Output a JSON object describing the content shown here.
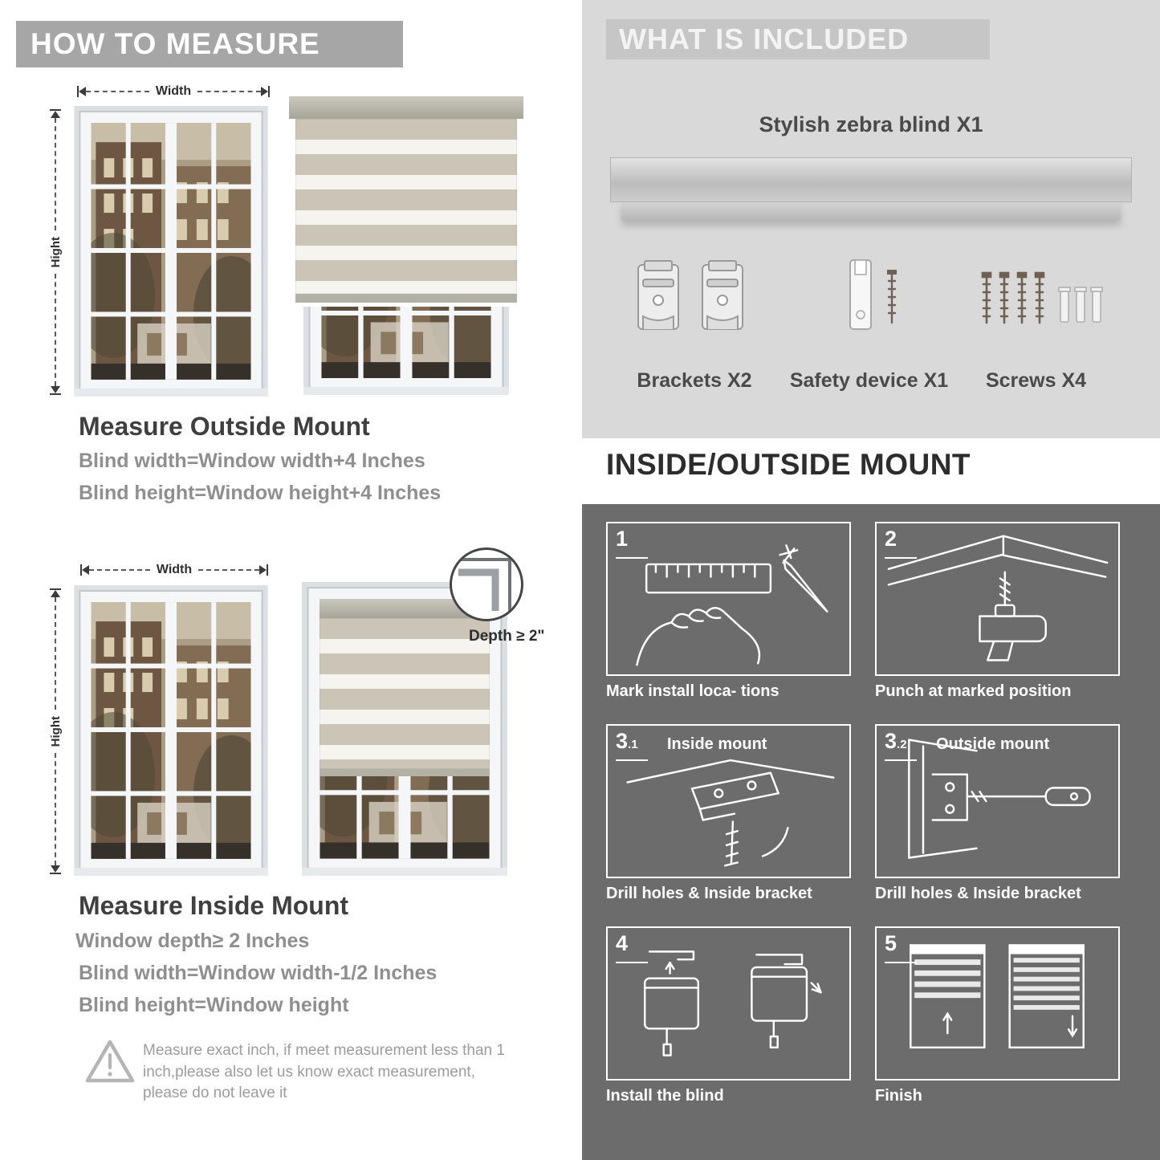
{
  "left": {
    "header": "HOW TO MEASURE",
    "outside": {
      "width_label": "Width",
      "height_label": "Hight",
      "title": "Measure Outside Mount",
      "line1": "Blind width=Window width+4 Inches",
      "line2": "Blind height=Window height+4 Inches"
    },
    "inside": {
      "width_label": "Width",
      "height_label": "Hight",
      "depth_label": "Depth ≥ 2\"",
      "title": "Measure Inside Mount",
      "line1": "Window depth≥ 2 Inches",
      "line2": "Blind width=Window width-1/2 Inches",
      "line3": "Blind height=Window height"
    },
    "warning_text": "Measure exact inch, if meet measurement less than 1 inch,please also let us know exact measurement, please do not leave it"
  },
  "included": {
    "header": "WHAT IS INCLUDED",
    "blind_label": "Stylish zebra blind X1",
    "items": [
      {
        "label": "Brackets X2"
      },
      {
        "label": "Safety device X1"
      },
      {
        "label": "Screws X4"
      }
    ]
  },
  "mount": {
    "header": "INSIDE/OUTSIDE MOUNT",
    "steps": [
      {
        "num": "1",
        "sub": "",
        "title": "",
        "caption": "Mark install loca- tions"
      },
      {
        "num": "2",
        "sub": "",
        "title": "",
        "caption": "Punch at  marked position"
      },
      {
        "num": "3",
        "sub": ".1",
        "title": "Inside mount",
        "caption": "Drill holes &  Inside bracket"
      },
      {
        "num": "3",
        "sub": ".2",
        "title": "Outside mount",
        "caption": "Drill holes &  Inside bracket"
      },
      {
        "num": "4",
        "sub": "",
        "title": "",
        "caption": "Install the blind"
      },
      {
        "num": "5",
        "sub": "",
        "title": "",
        "caption": "Finish"
      }
    ]
  },
  "colors": {
    "banner_gray": "#a6a6a6",
    "panel_light": "#d9d9d9",
    "panel_dark": "#6c6c6c",
    "heading_dark": "#3f3f3f",
    "formula_gray": "#8f8f8f",
    "stripe_solid": "#cbc5b8",
    "stripe_sheer": "#f6f4ef"
  }
}
